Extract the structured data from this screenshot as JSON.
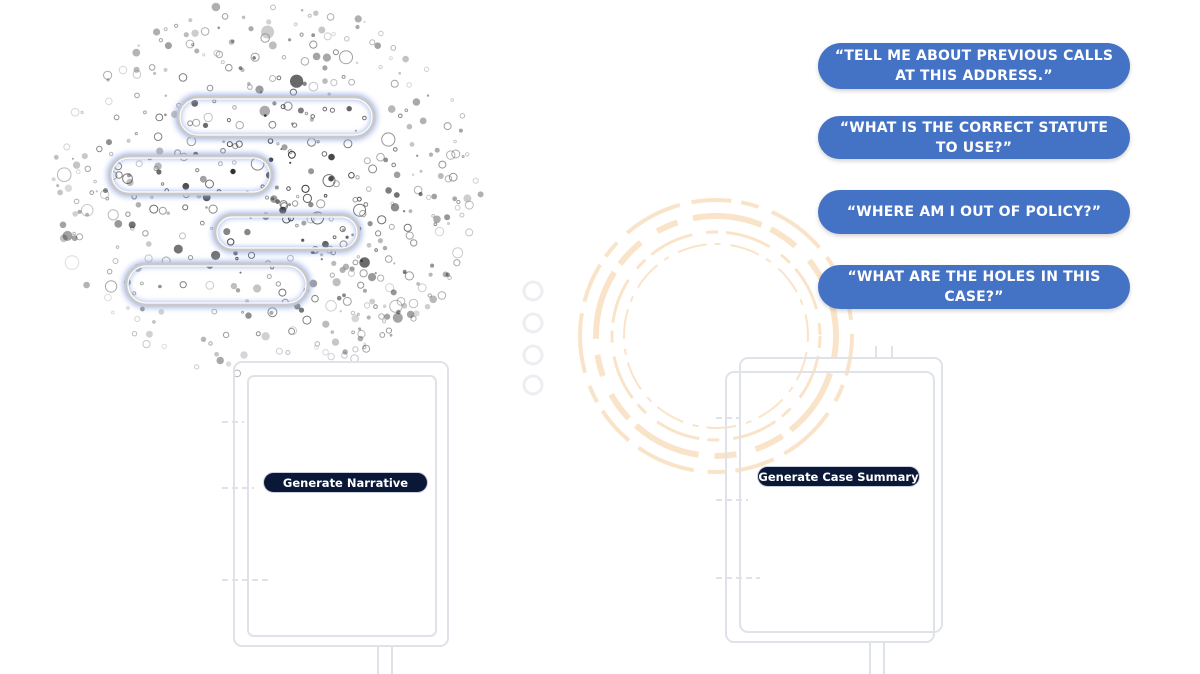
{
  "queries": [
    {
      "id": "previous-calls",
      "text": "“TELL ME ABOUT PREVIOUS CALLS AT THIS ADDRESS.”"
    },
    {
      "id": "statute",
      "text": "“WHAT IS THE CORRECT STATUTE TO USE?”"
    },
    {
      "id": "policy",
      "text": "“WHERE AM I OUT OF POLICY?”"
    },
    {
      "id": "holes",
      "text": "“WHAT ARE THE HOLES IN THIS CASE?”"
    }
  ],
  "actions": {
    "narrative": "Generate Narrative",
    "case_summary": "Generate Case Summary"
  },
  "colors": {
    "query_bg": "#4472c4",
    "pill_bg": "#0b1736",
    "accent_ring": "#f6c58a",
    "glow": "#8fa6e6"
  },
  "icons": {
    "particle_cloud": "particle-cloud-icon",
    "progress_ring": "progress-ring-icon"
  }
}
